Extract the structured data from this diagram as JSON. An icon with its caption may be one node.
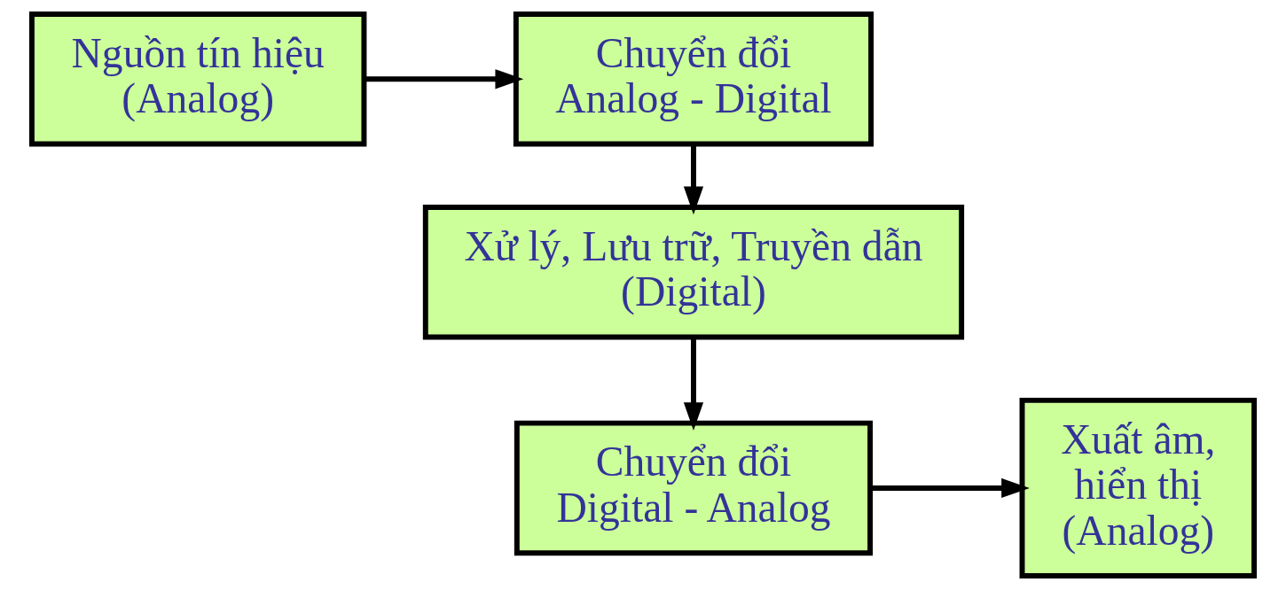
{
  "diagram": {
    "nodes": [
      {
        "text": [
          "Nguồn tín hiệu",
          "(Analog)"
        ]
      },
      {
        "text": [
          "Chuyển đổi",
          "Analog - Digital"
        ]
      },
      {
        "text": [
          "Xử lý, Lưu trữ, Truyền dẫn",
          "(Digital)"
        ]
      },
      {
        "text": [
          "Chuyển đổi",
          "Digital - Analog"
        ]
      },
      {
        "text": [
          "Xuất âm,",
          "hiển thị",
          "(Analog)"
        ]
      }
    ],
    "edges": [
      {
        "from": 0,
        "to": 1,
        "arrow": "to"
      },
      {
        "from": 1,
        "to": 2,
        "arrow": "to"
      },
      {
        "from": 2,
        "to": 3,
        "arrow": "to"
      },
      {
        "from": 3,
        "to": 4,
        "arrow": "to"
      }
    ]
  }
}
